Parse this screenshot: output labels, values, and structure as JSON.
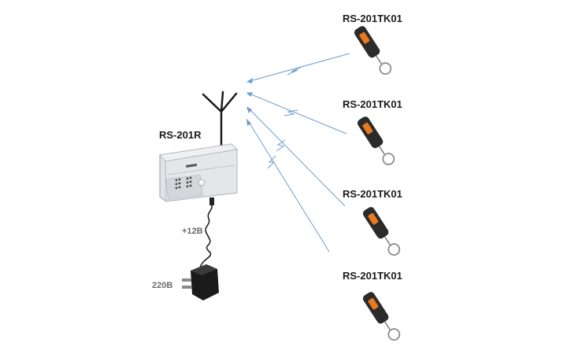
{
  "receiver": {
    "label": "RS-201R"
  },
  "remotes": [
    {
      "label": "RS-201TK01"
    },
    {
      "label": "RS-201TK01"
    },
    {
      "label": "RS-201TK01"
    },
    {
      "label": "RS-201TK01"
    }
  ],
  "power": {
    "dc_label": "+12В",
    "ac_label": "220В"
  },
  "colors": {
    "signal": "#6f9ccc",
    "fob_body": "#2b2b2b",
    "fob_button": "#e8791f",
    "receiver_body": "#e3e6ea",
    "antenna": "#1a1a1a"
  },
  "icons": {
    "receiver": "receiver-unit-icon",
    "antenna": "antenna-icon",
    "remote": "key-fob-icon",
    "adapter": "power-adapter-icon"
  }
}
